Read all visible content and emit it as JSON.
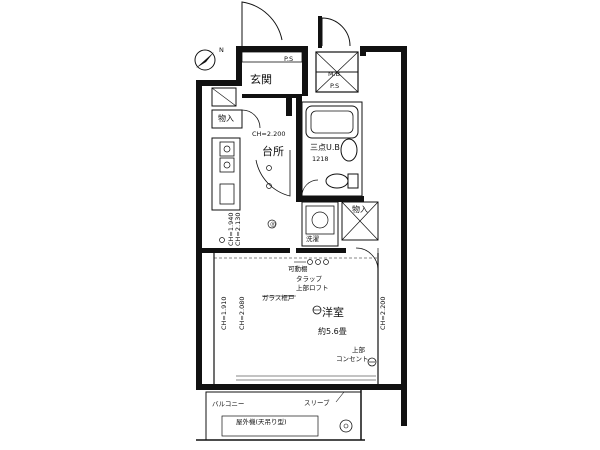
{
  "rooms": {
    "entrance": "玄関",
    "storage_left": "物入",
    "kitchen": "台所",
    "bath": "三点U.B",
    "bath_size": "1218",
    "storage_right": "物入",
    "laundry": "洗濯",
    "western_room": "洋室",
    "western_room_size": "約5.6畳",
    "balcony": "バルコニー"
  },
  "labels": {
    "ps_top": "P.S",
    "mb": "M.B",
    "ps_bottom": "P.S",
    "ch_kitchen": "CH=2.200",
    "ch_side_1": "CH=1.940",
    "ch_side_2": "CH=2.130",
    "ch_room_1": "CH=1.910",
    "ch_room_2": "CH=2.080",
    "ch_room_3": "CH=2.200",
    "movable_shelf": "可動棚",
    "ladder": "タラップ",
    "upper_loft": "上部ロフト",
    "glass_door": "ガラス框戸",
    "outlet_top": "上部",
    "outlet": "コンセント",
    "sleeve": "スリーブ",
    "outdoor_unit": "屋外機(天吊り型)"
  },
  "icons": [
    "compass-icon",
    "door-swing-icon",
    "toilet-icon",
    "bathtub-icon",
    "sink-icon",
    "washer-icon",
    "outlet-icon"
  ]
}
